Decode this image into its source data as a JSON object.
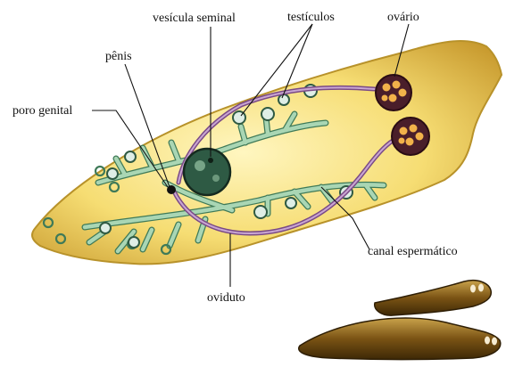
{
  "labels": {
    "vesicula_seminal": "vesícula seminal",
    "testiculos": "testículos",
    "ovario": "ovário",
    "penis": "pênis",
    "poro_genital": "poro genital",
    "canal_espermatico": "canal espermático",
    "oviduto": "oviduto"
  },
  "colors": {
    "body_fill": "#f3d96a",
    "body_outline": "#b8922a",
    "nerve_green": "#a9d6b4",
    "nerve_outline": "#3f7a58",
    "duct_purple": "#7a4a86",
    "ovary_dark": "#4a1e2a",
    "ovary_egg": "#f2b24a",
    "vesicle_dark": "#1f3f2f",
    "inset_body": "#6b4a12"
  }
}
